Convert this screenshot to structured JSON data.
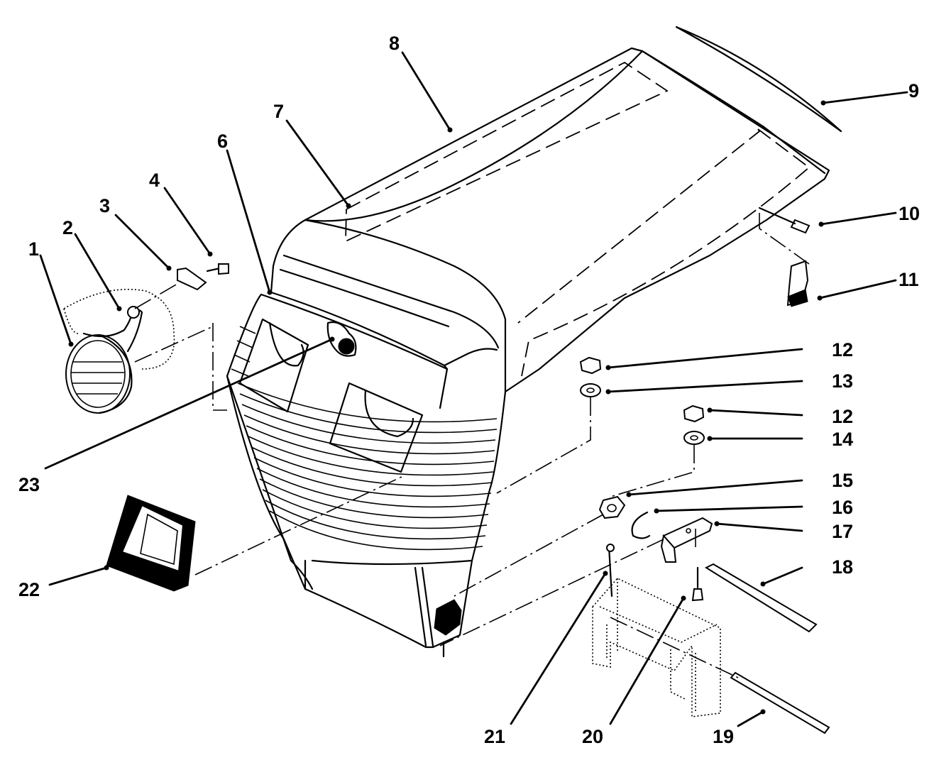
{
  "callouts": {
    "c1": "1",
    "c2": "2",
    "c3": "3",
    "c4": "4",
    "c6": "6",
    "c7": "7",
    "c8": "8",
    "c9": "9",
    "c10": "10",
    "c11": "11",
    "c12a": "12",
    "c13": "13",
    "c12b": "12",
    "c14": "14",
    "c15": "15",
    "c16": "16",
    "c17": "17",
    "c18": "18",
    "c19": "19",
    "c20": "20",
    "c21": "21",
    "c22": "22",
    "c23": "23"
  }
}
